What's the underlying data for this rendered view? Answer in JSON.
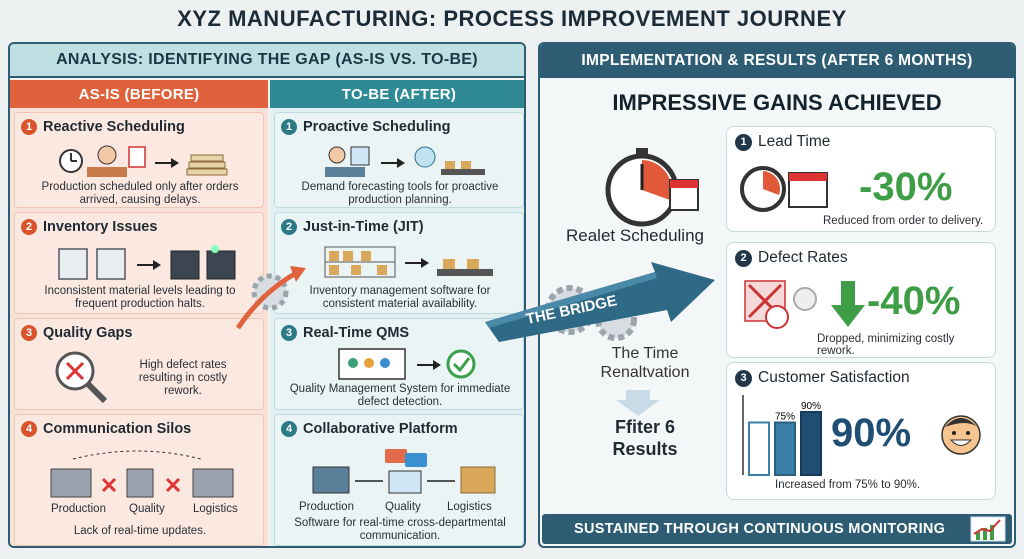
{
  "title": "XYZ MANUFACTURING: PROCESS IMPROVEMENT JOURNEY",
  "analysis": {
    "header": "ANALYSIS: IDENTIFYING THE GAP (AS-IS VS. TO-BE)",
    "asis": {
      "header": "AS-IS (BEFORE)",
      "items": [
        {
          "num": "1",
          "title": "Reactive Scheduling",
          "desc": "Production scheduled only after orders arrived, causing delays."
        },
        {
          "num": "2",
          "title": "Inventory Issues",
          "desc": "Inconsistent material levels leading to frequent production halts."
        },
        {
          "num": "3",
          "title": "Quality Gaps",
          "desc": "High defect rates resulting in costly rework."
        },
        {
          "num": "4",
          "title": "Communication Silos",
          "desc": "Lack of real-time updates.",
          "labels": [
            "Production",
            "Quality",
            "Logistics"
          ]
        }
      ]
    },
    "tobe": {
      "header": "TO-BE (AFTER)",
      "items": [
        {
          "num": "1",
          "title": "Proactive Scheduling",
          "desc": "Demand forecasting tools for proactive production planning."
        },
        {
          "num": "2",
          "title": "Just-in-Time (JIT)",
          "desc": "Inventory management software for consistent material availability."
        },
        {
          "num": "3",
          "title": "Real-Time QMS",
          "desc": "Quality Management System for immediate defect detection."
        },
        {
          "num": "4",
          "title": "Collaborative Platform",
          "desc": "Software for real-time cross-departmental communication.",
          "labels": [
            "Production",
            "Quality",
            "Logistics"
          ]
        }
      ]
    }
  },
  "bridge_label": "THE BRIDGE",
  "results": {
    "header": "IMPLEMENTATION & RESULTS (AFTER 6 MONTHS)",
    "gains_title": "IMPRESSIVE GAINS ACHIEVED",
    "side_labels": {
      "scheduling": "Realet Scheduling",
      "time": "The Time Renaltvation",
      "after": "Ffiter 6 Results"
    },
    "cards": [
      {
        "num": "1",
        "title": "Lead Time",
        "value": "-30%",
        "note": "Reduced from order to delivery."
      },
      {
        "num": "2",
        "title": "Defect Rates",
        "value": "-40%",
        "note": "Dropped, minimizing costly rework."
      },
      {
        "num": "3",
        "title": "Customer Satisfaction",
        "value": "90%",
        "note": "Increased from 75% to 90%.",
        "bars": [
          {
            "label": "75%",
            "value": 75
          },
          {
            "label": "90%",
            "value": 90
          }
        ]
      }
    ],
    "footer": "SUSTAINED THROUGH CONTINUOUS MONITORING"
  },
  "colors": {
    "asis_accent": "#e0623c",
    "tobe_accent": "#2f8a96",
    "results_dark": "#2e5d73",
    "gain_green": "#3e9e46",
    "gain_blue": "#1e4e73"
  }
}
